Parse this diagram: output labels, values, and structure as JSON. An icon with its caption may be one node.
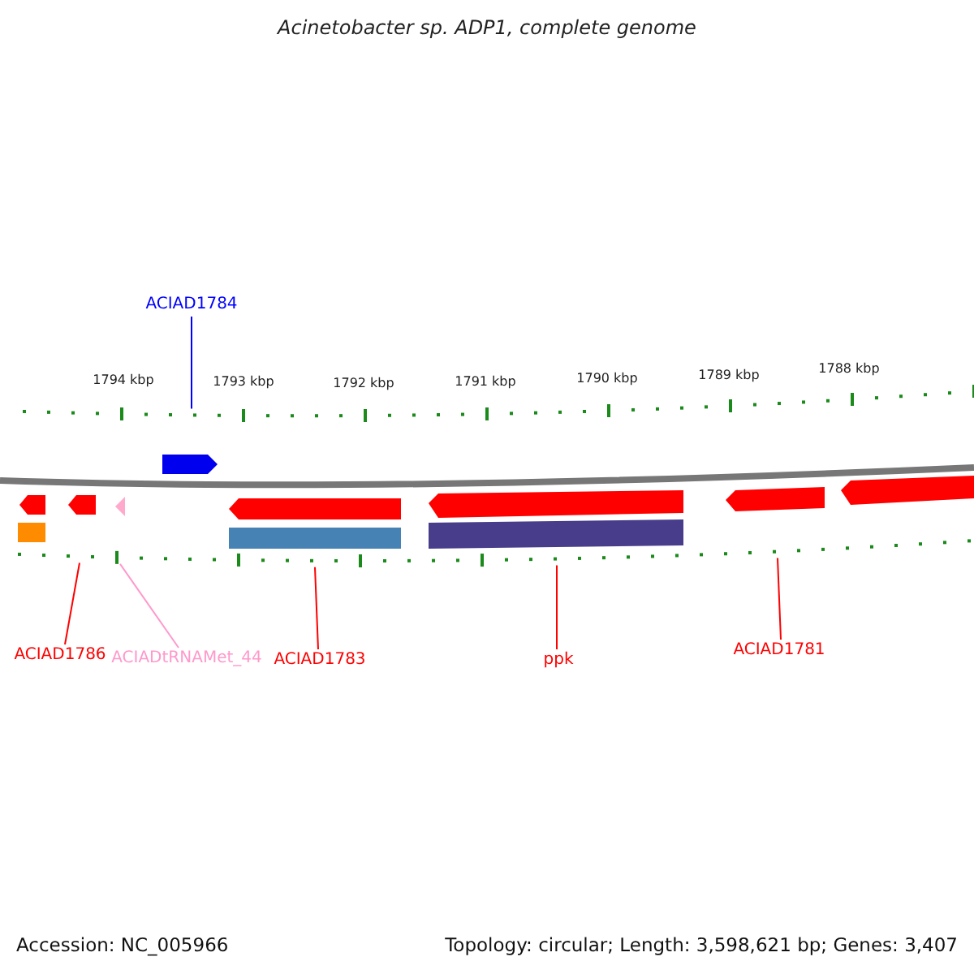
{
  "diagram": {
    "title": "Acinetobacter sp. ADP1, complete genome",
    "nodes": [
      {
        "text": [
          "ACIAD1784"
        ]
      },
      {
        "text": [
          "ACIAD1786"
        ]
      },
      {
        "text": [
          "ACIADtRNAMet_44"
        ]
      },
      {
        "text": [
          "ACIAD1783"
        ]
      },
      {
        "text": [
          "ppk"
        ]
      },
      {
        "text": [
          "ACIAD1781"
        ]
      },
      {
        "text": [],
        "shape": "scale"
      },
      {
        "text": [],
        "shape": "scale"
      }
    ],
    "edges": [
      {
        "from": 0,
        "to": 6,
        "arrow": "none",
        "color": "#0000ff"
      },
      {
        "from": 1,
        "to": 7,
        "arrow": "none"
      },
      {
        "from": 2,
        "to": 7,
        "arrow": "none",
        "color": "#ff99cc"
      },
      {
        "from": 3,
        "to": 7,
        "arrow": "none"
      },
      {
        "from": 4,
        "to": 7,
        "arrow": "none"
      },
      {
        "from": 5,
        "to": 7,
        "arrow": "none"
      }
    ],
    "labels": [
      "1794 kbp",
      "1793 kbp",
      "1792 kbp",
      "1791 kbp",
      "1790 kbp",
      "1789 kbp",
      "1788 kbp",
      "Accession: NC_005966",
      "Topology: circular; Length: 3,598,621 bp; Genes: 3,407"
    ]
  }
}
